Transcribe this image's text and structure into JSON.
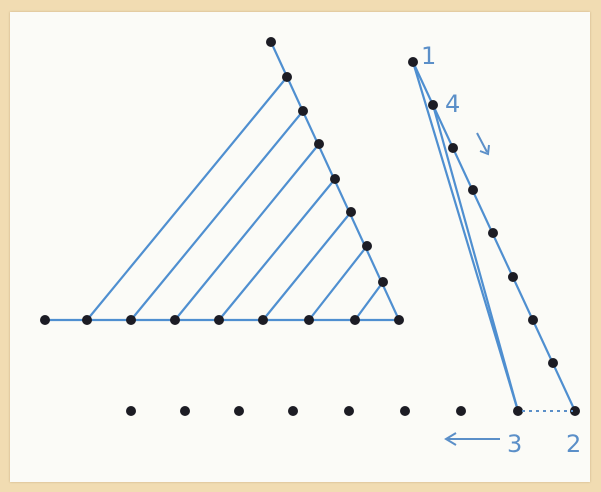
{
  "labels": {
    "point_1": "1",
    "point_2": "2",
    "point_3": "3",
    "point_4": "4"
  },
  "colors": {
    "thread": "#4f8fd0",
    "dot": "#1c1c24",
    "label": "#5b8fc8",
    "paper": "#fbfbf7",
    "frame": "#f1dcb2"
  },
  "icons": {
    "down_arrow": "arrow-down-right-icon",
    "left_arrow": "arrow-left-icon"
  }
}
